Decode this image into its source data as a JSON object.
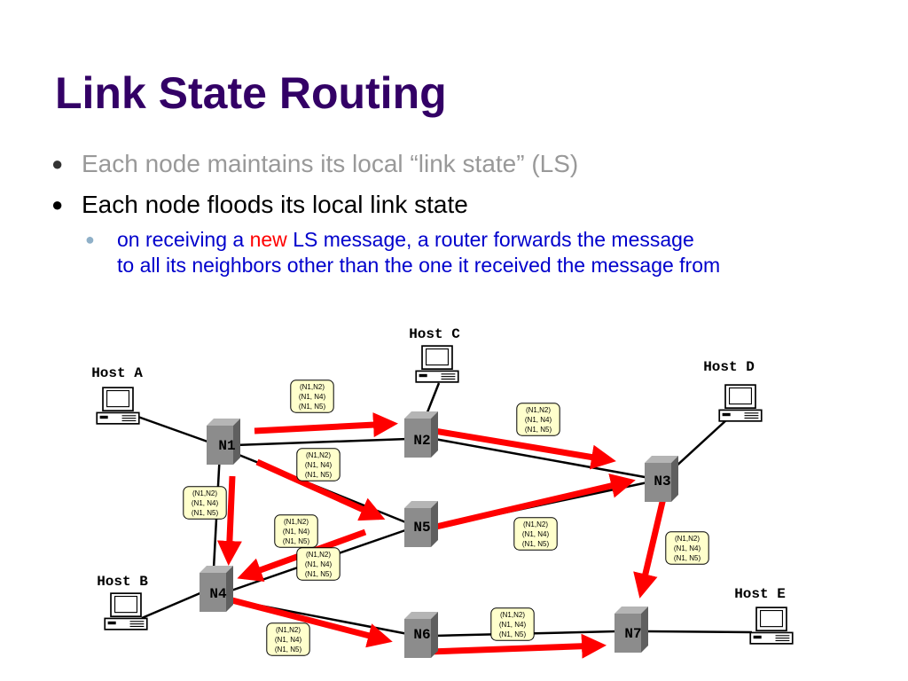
{
  "slide": {
    "title": "Link State Routing",
    "bullet1": "Each node maintains its local “link state” (LS)",
    "bullet2": "Each node floods its local link state",
    "sub_part1": "on receiving a",
    "sub_new": "new",
    "sub_part2": "LS message, a router forwards the message",
    "sub_line2": "to all its neighbors other than the one it received the message from"
  },
  "diagram": {
    "hosts": [
      "Host A",
      "Host B",
      "Host C",
      "Host D",
      "Host E"
    ],
    "nodes": [
      "N1",
      "N2",
      "N3",
      "N4",
      "N5",
      "N6",
      "N7"
    ],
    "ls_message": [
      "(N1,N2)",
      "(N1, N4)",
      "(N1, N5)"
    ],
    "colors": {
      "title": "#330066",
      "flood_arrow": "#ff0000",
      "router": "#8c8c8c",
      "message_box": "#ffffcc",
      "sub_bullet": "#0000cc"
    }
  }
}
